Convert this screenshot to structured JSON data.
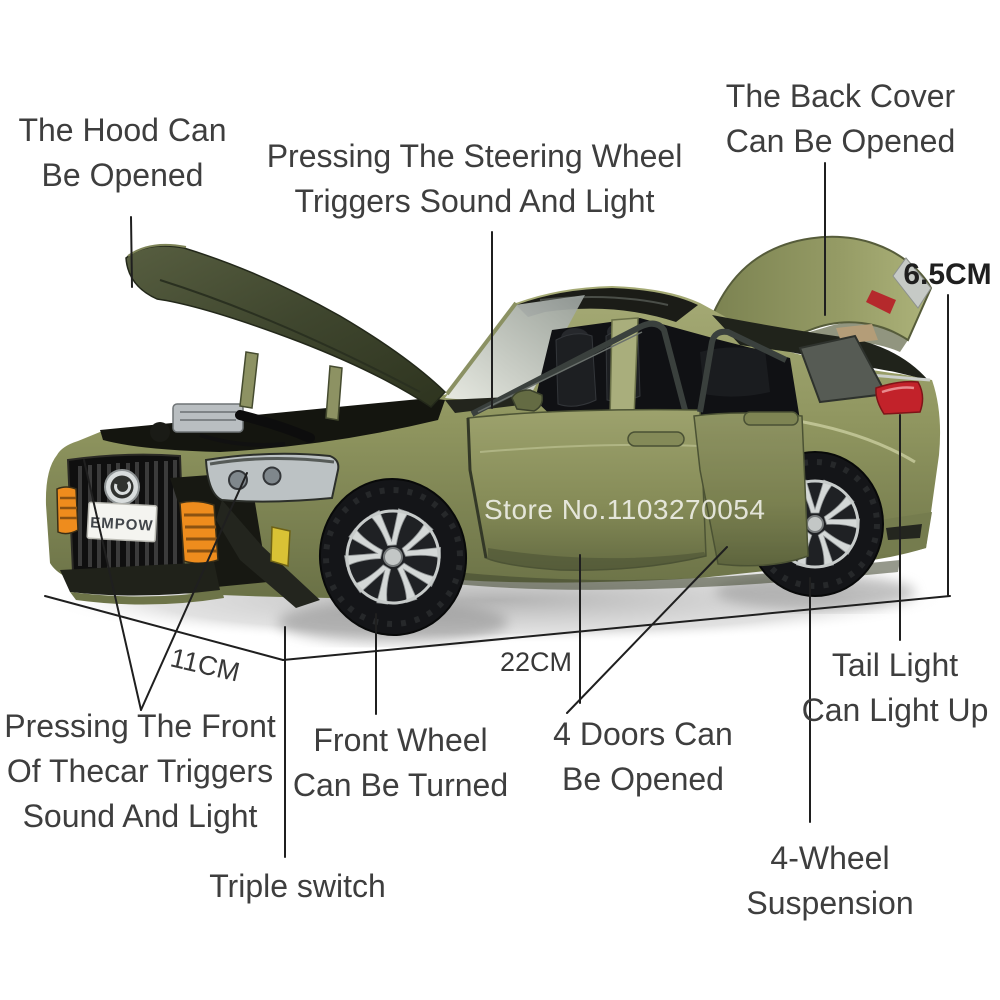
{
  "page": {
    "background": "#ffffff",
    "line_color": "#1f1f1f",
    "text_color": "#3e3e3e"
  },
  "annotations": {
    "hood": {
      "lines": [
        "The Hood Can",
        "Be Opened"
      ]
    },
    "steering": {
      "lines": [
        "Pressing The Steering Wheel",
        "Triggers Sound And Light"
      ]
    },
    "back_cover": {
      "lines": [
        "The Back Cover",
        "Can Be Opened"
      ]
    },
    "front_press": {
      "lines": [
        "Pressing The Front",
        "Of Thecar Triggers",
        "Sound And Light"
      ]
    },
    "front_wheel": {
      "lines": [
        "Front Wheel",
        "Can Be Turned"
      ]
    },
    "doors": {
      "lines": [
        "4 Doors Can",
        "Be Opened"
      ]
    },
    "tail_light": {
      "lines": [
        "Tail Light",
        "Can Light Up"
      ]
    },
    "suspension": {
      "lines": [
        "4-Wheel",
        "Suspension"
      ]
    },
    "triple_switch": {
      "lines": [
        "Triple switch"
      ]
    }
  },
  "dimensions": {
    "length": "22CM",
    "width": "11CM",
    "height": "6.5CM"
  },
  "watermark": "Store No.1103270054",
  "car": {
    "plate_text": "EMPOW",
    "body_color": "#8f955f",
    "accent_orange": "#ee8c1d",
    "tail_light_red": "#c2222a",
    "fog_yellow": "#d9c235"
  }
}
